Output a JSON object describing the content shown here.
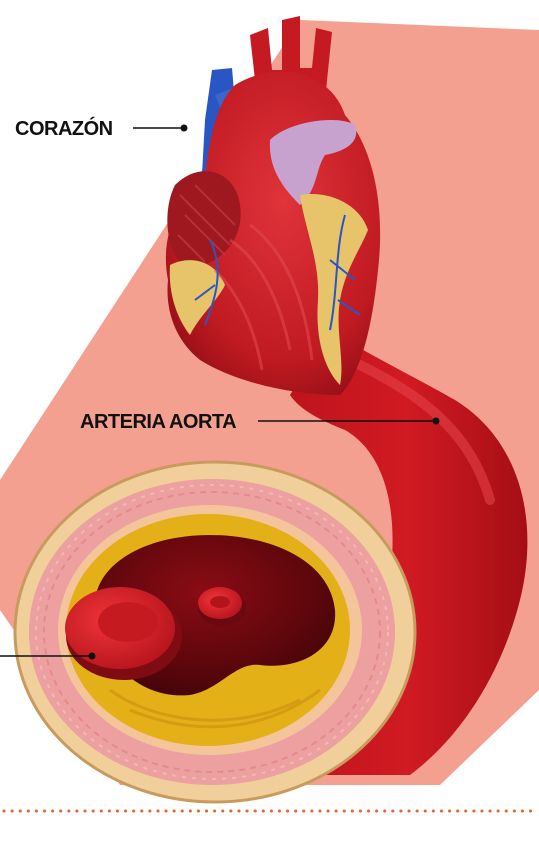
{
  "labels": {
    "heart": "CORAZÓN",
    "aorta": "ARTERIA AORTA"
  },
  "colors": {
    "background_panel": "#f4a090",
    "artery_red": "#c8141c",
    "artery_dark": "#7a0a10",
    "fat_plaque_yellow": "#e3b018",
    "wall_pink": "#eca0a0",
    "outer_wall_cream": "#f0cf9a",
    "vein_blue": "#2a56c4",
    "pulmonary_lilac": "#c7a2cf",
    "dotted_rule_orange": "#e8642a",
    "leader_line": "#111111"
  },
  "icons": {
    "heart": "heart-illustration",
    "artery": "artery-cross-section-illustration",
    "clot": "blood-clot-illustration"
  }
}
